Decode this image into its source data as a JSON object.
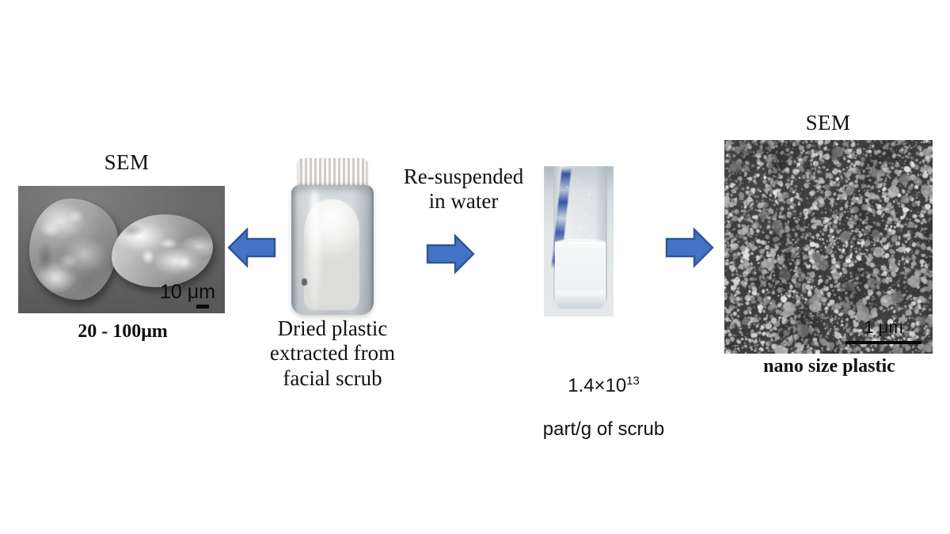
{
  "figure": {
    "background_color": "#ffffff",
    "arrow_fill": "#4472c4",
    "arrow_stroke": "#2f5597"
  },
  "panels": {
    "sem_left": {
      "title": "SEM",
      "caption": "20 - 100μm",
      "scale_bar_label": "10 μm",
      "image_name": "sem-micrograph-microplastic-flakes"
    },
    "bottle": {
      "caption": "Dried plastic\nextracted from\nfacial scrub",
      "image_name": "bottle-of-dried-plastic-powder"
    },
    "vial": {
      "value_mantissa": "1.4×10",
      "value_exponent": "13",
      "caption_line2": "part/g of scrub",
      "image_name": "glass-vial-with-plastic-suspension"
    },
    "sem_right": {
      "title": "SEM",
      "caption": "nano size plastic",
      "scale_bar_label": "1 μm",
      "image_name": "sem-micrograph-nanoplastic-field"
    }
  },
  "labels": {
    "resuspended": "Re-suspended\nin water"
  },
  "arrows": [
    {
      "name": "arrow-bottle-to-sem-left",
      "direction": "left"
    },
    {
      "name": "arrow-bottle-to-vial",
      "direction": "right"
    },
    {
      "name": "arrow-vial-to-sem-right",
      "direction": "right"
    }
  ]
}
